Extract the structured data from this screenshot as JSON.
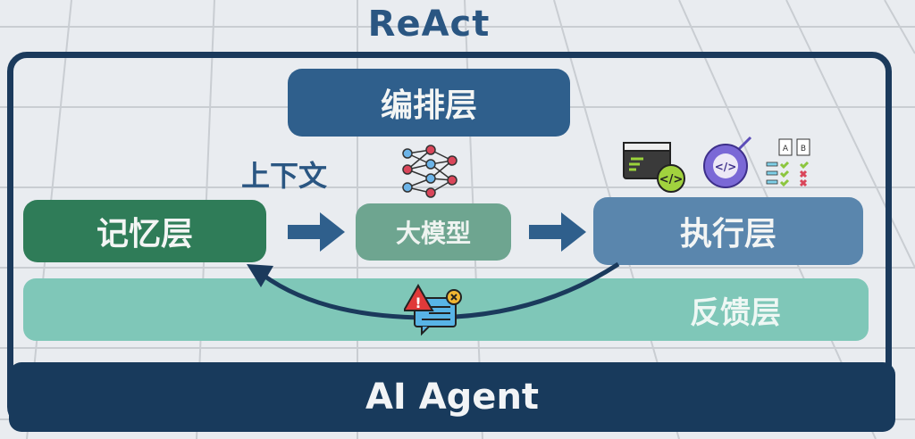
{
  "title": "ReAct",
  "layers": {
    "orchestration": "编排层",
    "memory": "记忆层",
    "llm": "大模型",
    "execution": "执行层",
    "feedback": "反馈层",
    "agent": "AI Agent"
  },
  "context_label": "上下文",
  "colors": {
    "frame": "#1b3a5c",
    "orchestration": "#2f5f8c",
    "memory": "#2f7c58",
    "llm": "#6ea590",
    "execution": "#5a86ad",
    "feedback": "#7fc7b8",
    "agent": "#183a5c"
  }
}
